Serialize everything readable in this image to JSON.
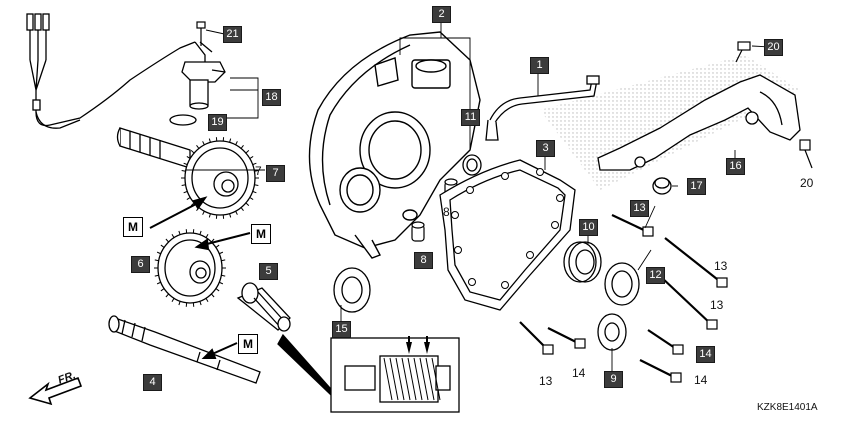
{
  "diagram_code": "KZK8E1401A",
  "front_label": "FR.",
  "callouts": {
    "c1": "1",
    "c2": "2",
    "c3": "3",
    "c4": "4",
    "c5": "5",
    "c6": "6",
    "c7": "7",
    "c8a": "8",
    "c8b": "8",
    "c9": "9",
    "c10": "10",
    "c11": "11",
    "c12": "12",
    "c13box": "13",
    "c13a": "13",
    "c13b": "13",
    "c13c": "13",
    "c14a": "14",
    "c14b": "14",
    "c14box": "14",
    "c15": "15",
    "c16": "16",
    "c17": "17",
    "c18": "18",
    "c19": "19",
    "c20box": "20",
    "c20": "20",
    "c21": "21"
  },
  "markers": {
    "m1": "M",
    "m2": "M",
    "m3": "M"
  },
  "colors": {
    "ink": "#000000",
    "callout_fill": "#3c3c3c",
    "hatch": "#c8c8c8"
  }
}
